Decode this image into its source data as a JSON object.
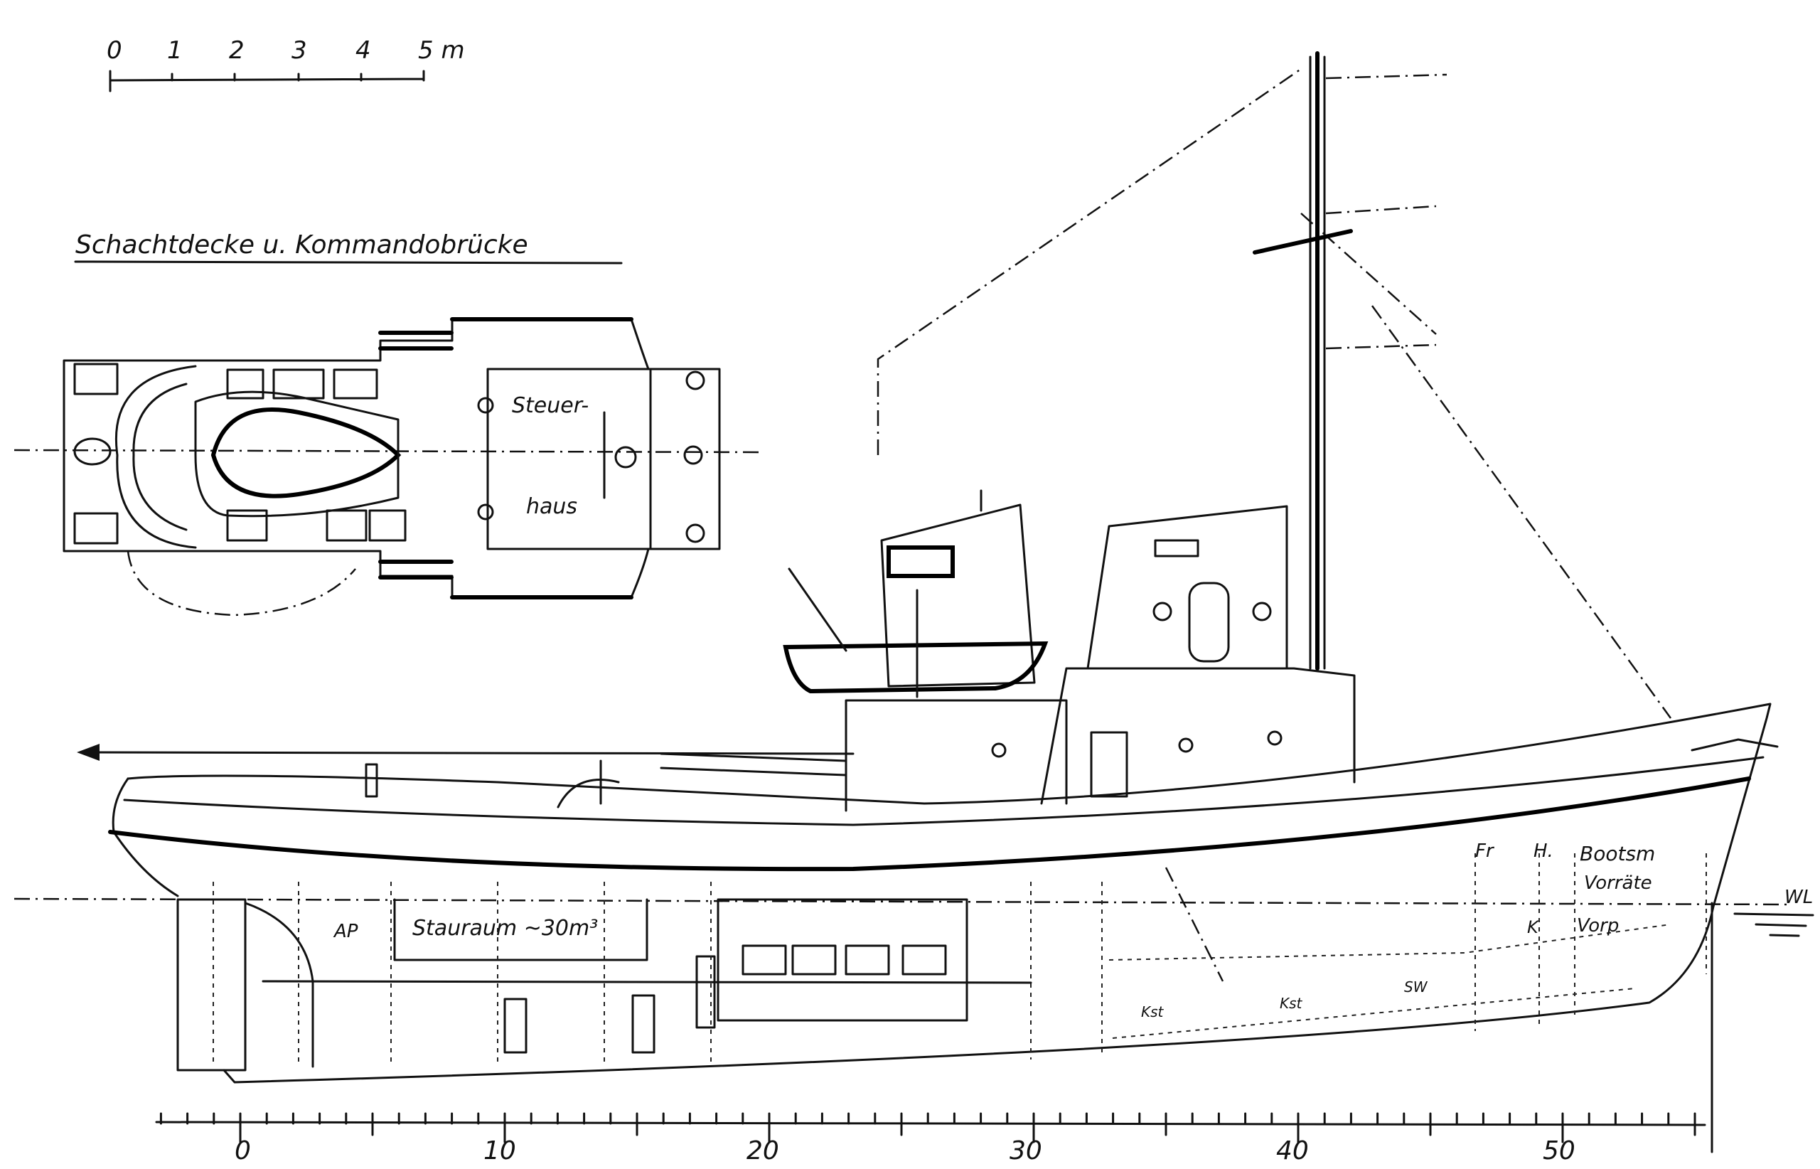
{
  "drawing": {
    "plan_title": "Schachtdecke u. Kommandobrücke",
    "scale_bar": {
      "labels": [
        "0",
        "1",
        "2",
        "3",
        "4",
        "5 m"
      ]
    },
    "plan_labels": {
      "steuer": "Steuer-",
      "haus": "haus"
    },
    "profile_labels": {
      "ap": "AP",
      "stauraum": "Stauraum ~30m³",
      "fr": "Fr",
      "h": "H.",
      "bootsm": "Bootsm",
      "vorraete": "Vorräte",
      "k": "K",
      "vorp": "Vorp",
      "kst1": "Kst",
      "kst2": "Kst",
      "sw": "SW",
      "wl": "WL"
    },
    "length_scale": {
      "min": -3,
      "max": 55,
      "labels": [
        "0",
        "10",
        "20",
        "30",
        "40",
        "50"
      ]
    }
  }
}
